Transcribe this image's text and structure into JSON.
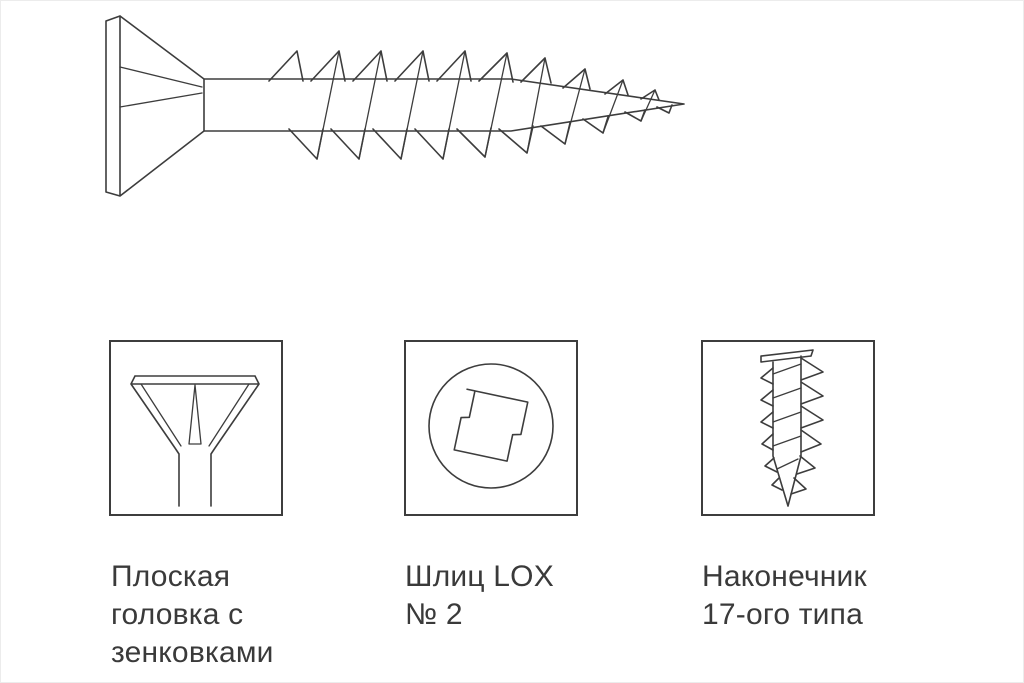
{
  "colors": {
    "background": "#ffffff",
    "line": "#3d3d3d",
    "text": "#3a3a3a",
    "frame_border": "#3d3d3d"
  },
  "main_drawing": {
    "icon": "countersunk-wood-screw-side-view-icon"
  },
  "features": [
    {
      "icon": "countersunk-head-front-view-icon",
      "label": {
        "l1": "Плоская",
        "l2": "головка с",
        "l3": "зенковками"
      }
    },
    {
      "icon": "lox-square-drive-recess-icon",
      "label": {
        "l1": "Шлиц LOX",
        "l2": "№ 2"
      }
    },
    {
      "icon": "type-17-auger-point-icon",
      "label": {
        "l1": "Наконечник",
        "l2": "17-ого типа"
      }
    }
  ]
}
